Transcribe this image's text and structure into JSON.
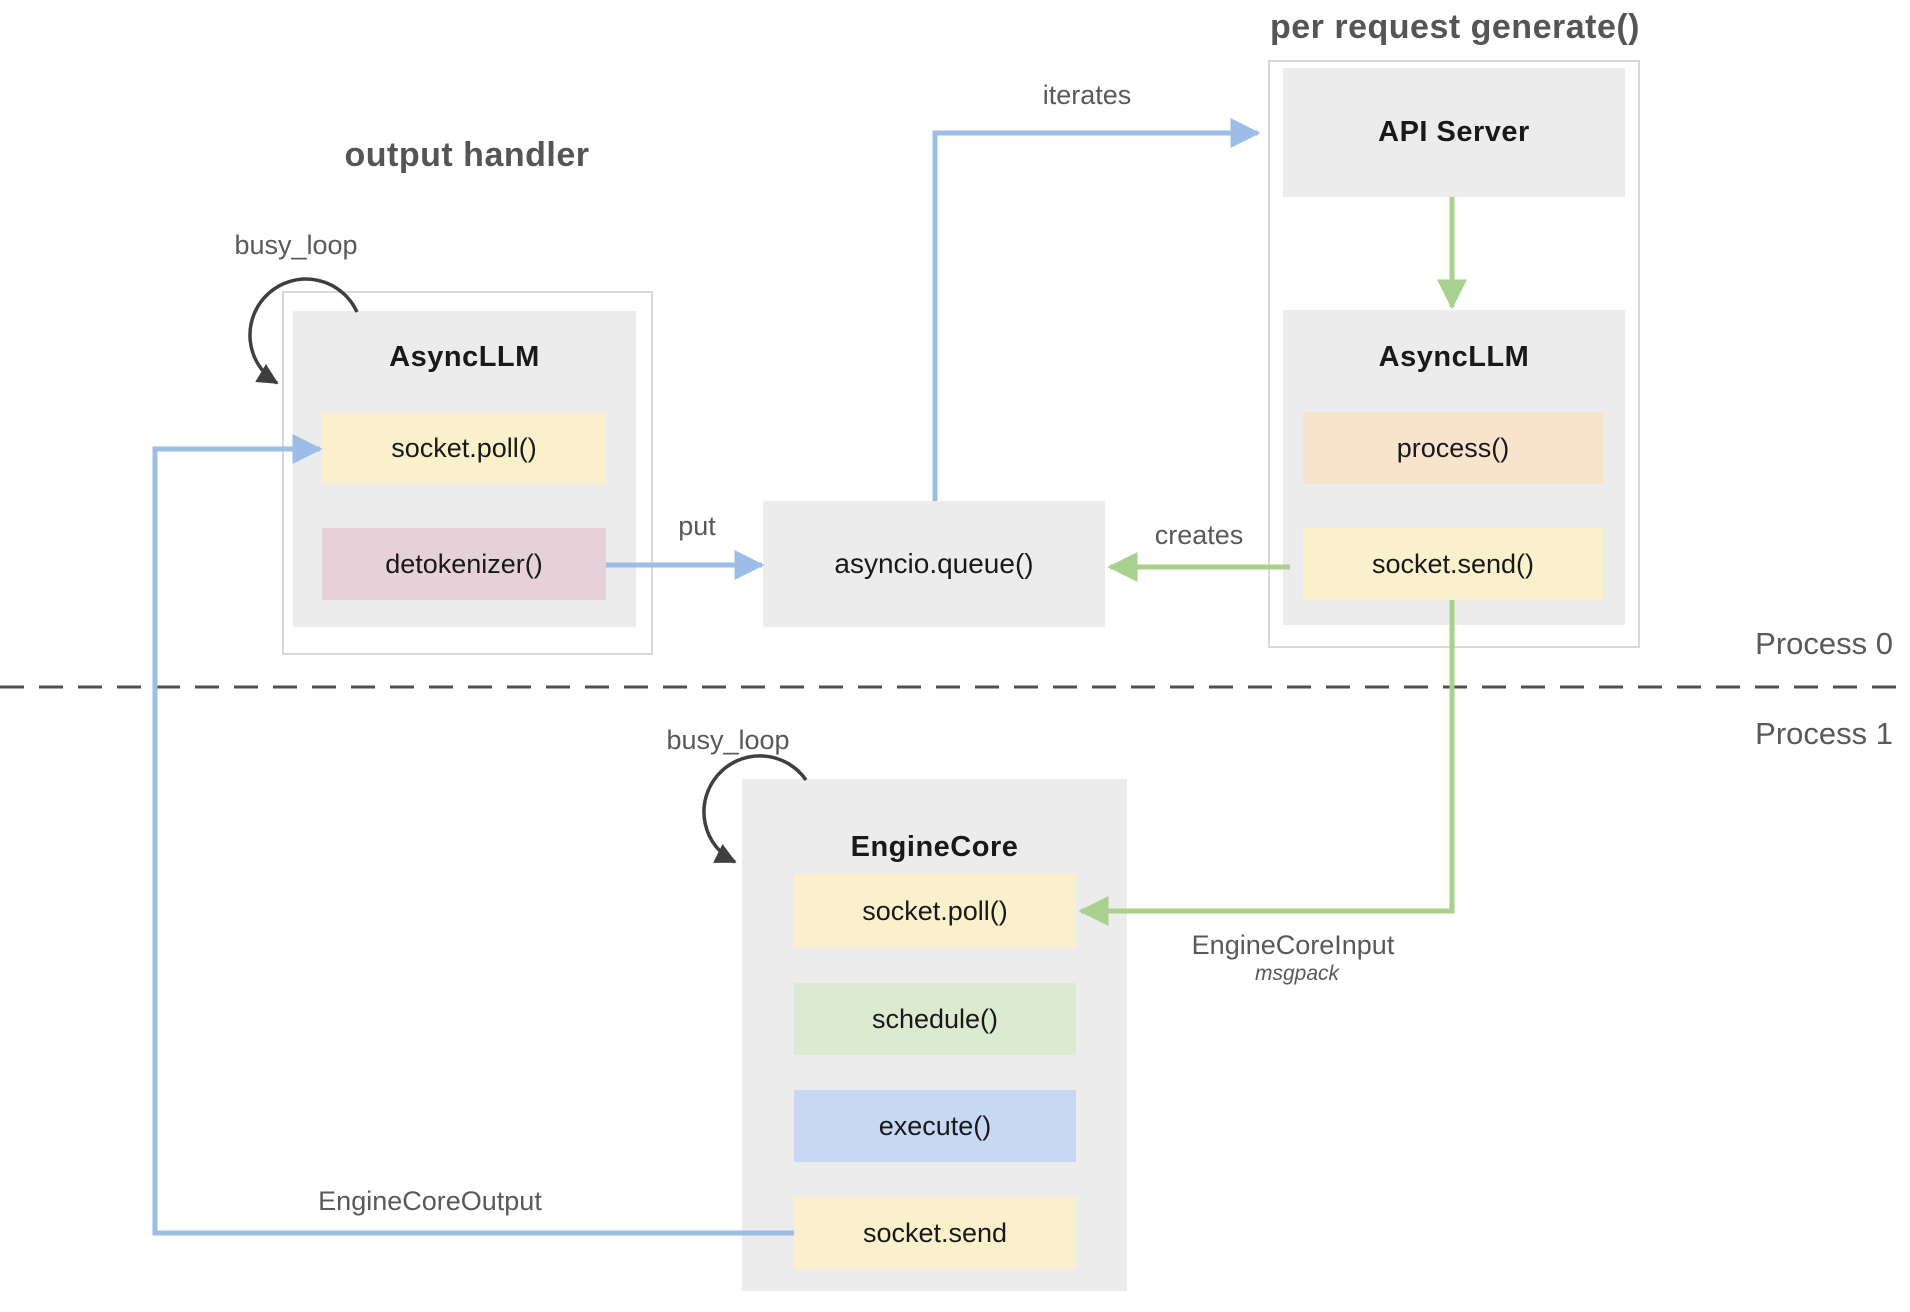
{
  "section_titles": {
    "output_handler": "output handler",
    "per_request_generate": "per request generate()"
  },
  "process_lanes": {
    "process0": "Process 0",
    "process1": "Process 1"
  },
  "groups": {
    "output_handler_async_llm": {
      "title": "AsyncLLM",
      "items": [
        {
          "label": "socket.poll()",
          "color": "#faf0cb"
        },
        {
          "label": "detokenizer()",
          "color": "#e6d1d9"
        }
      ]
    },
    "api_server": {
      "title": "API Server"
    },
    "request_async_llm": {
      "title": "AsyncLLM",
      "items": [
        {
          "label": "process()",
          "color": "#f8e3cd"
        },
        {
          "label": "socket.send()",
          "color": "#faf0cb"
        }
      ]
    },
    "queue": {
      "label": "asyncio.queue()"
    },
    "engine_core": {
      "title": "EngineCore",
      "items": [
        {
          "label": "socket.poll()",
          "color": "#faf0cb"
        },
        {
          "label": "schedule()",
          "color": "#dcead0"
        },
        {
          "label": "execute()",
          "color": "#c7d8f2"
        },
        {
          "label": "socket.send",
          "color": "#faf0cb"
        }
      ]
    }
  },
  "edge_labels": {
    "iterates": "iterates",
    "put": "put",
    "creates": "creates",
    "busy_loop_output_handler": "busy_loop",
    "busy_loop_engine_core": "busy_loop",
    "engine_core_input": "EngineCoreInput",
    "engine_core_input_format": "msgpack",
    "engine_core_output": "EngineCoreOutput"
  },
  "colors": {
    "blue_arrow": "#9bbde7",
    "green_arrow": "#a9d18e",
    "dark_arrow": "#3f3f3f",
    "dashed_divider": "#4f4f4f",
    "container_gray": "#ececec",
    "yellow_block": "#faf0cb",
    "pink_block": "#e6d1d9",
    "peach_block": "#f8e3cd",
    "green_block": "#dcead0",
    "blue_block": "#c7d8f2",
    "label_gray": "#595959"
  }
}
